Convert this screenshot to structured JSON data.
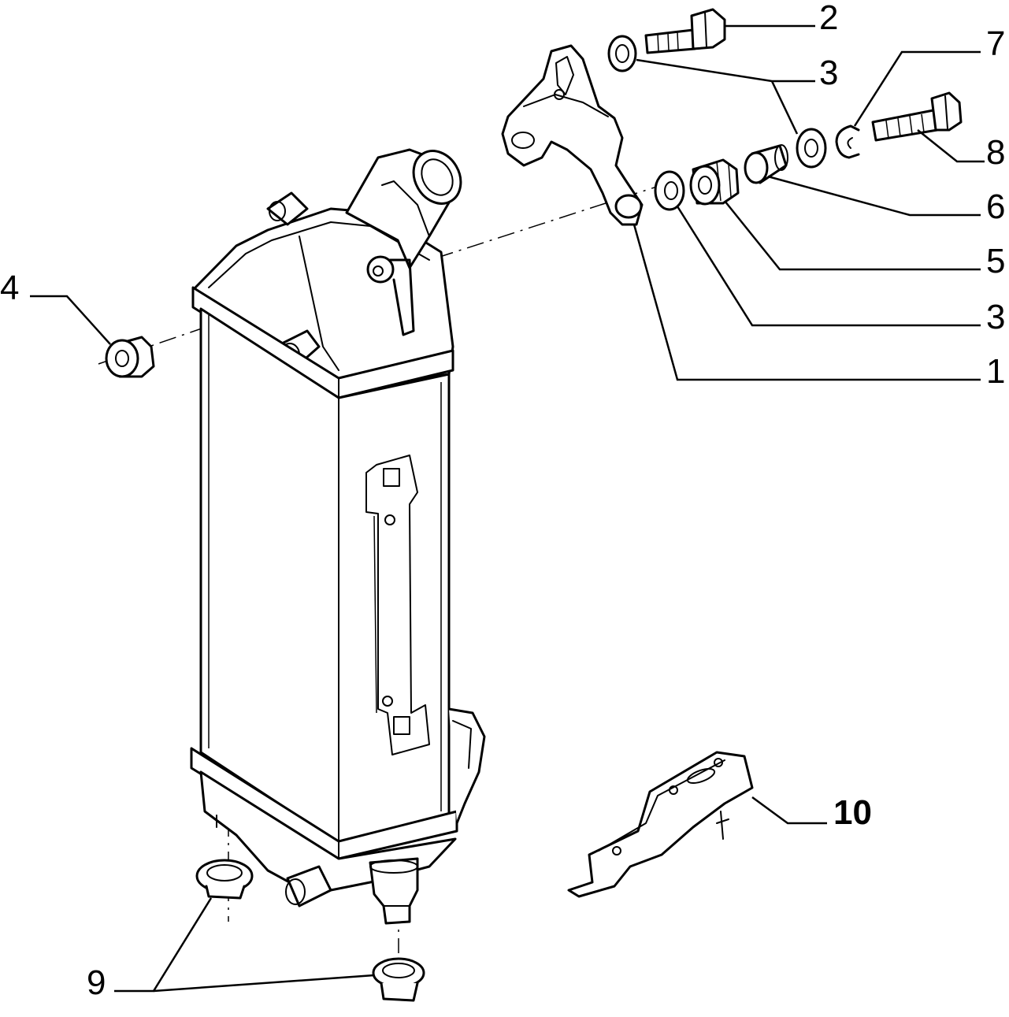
{
  "callouts": {
    "c1": "1",
    "c2": "2",
    "c3_top": "3",
    "c3_bottom": "3",
    "c4": "4",
    "c5": "5",
    "c6": "6",
    "c7": "7",
    "c8": "8",
    "c9": "9",
    "c10": "10"
  }
}
